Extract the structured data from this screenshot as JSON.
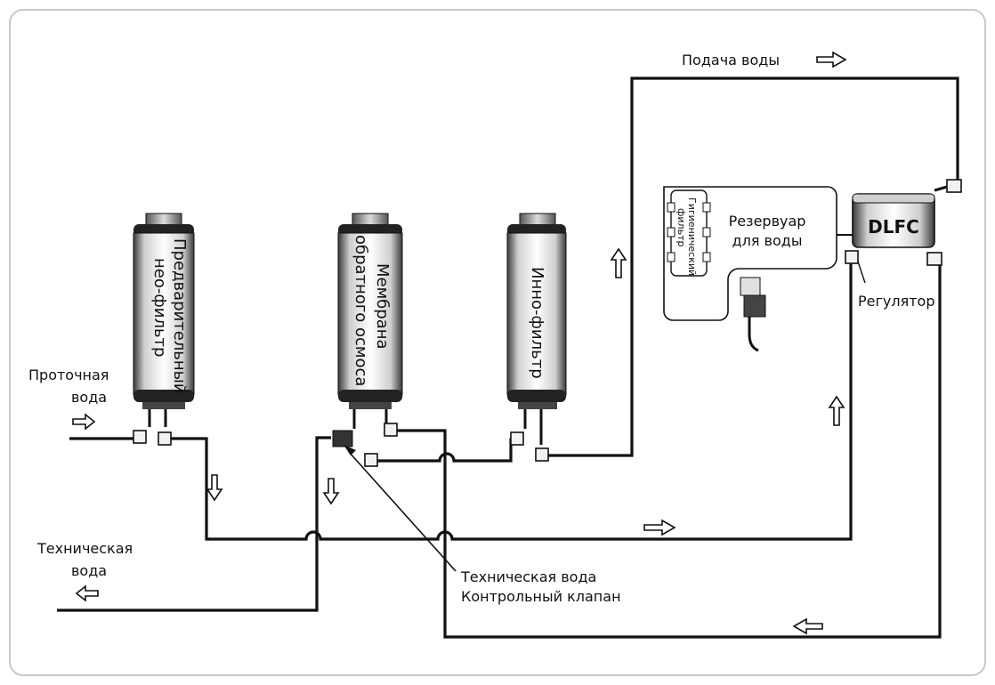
{
  "labels": {
    "supply": "Подача воды",
    "inlet_line1": "Проточная",
    "inlet_line2": "вода",
    "waste_line1": "Техническая",
    "waste_line2": "вода",
    "check_valve_line1": "Техническая вода",
    "check_valve_line2": "Контрольный клапан",
    "regulator": "Регулятор",
    "reservoir_line1": "Резервуар",
    "reservoir_line2": "для воды",
    "hygienic_filter_line1": "Гигиенический",
    "hygienic_filter_line2": "фильтр",
    "dlfc": "DLFC"
  },
  "filters": {
    "prefilter_line1": "Предварительный",
    "prefilter_line2": "нео-фильтр",
    "membrane_line1": "Мембрана",
    "membrane_line2": "обратного осмоса",
    "inno_filter": "Инно-фильтр"
  }
}
